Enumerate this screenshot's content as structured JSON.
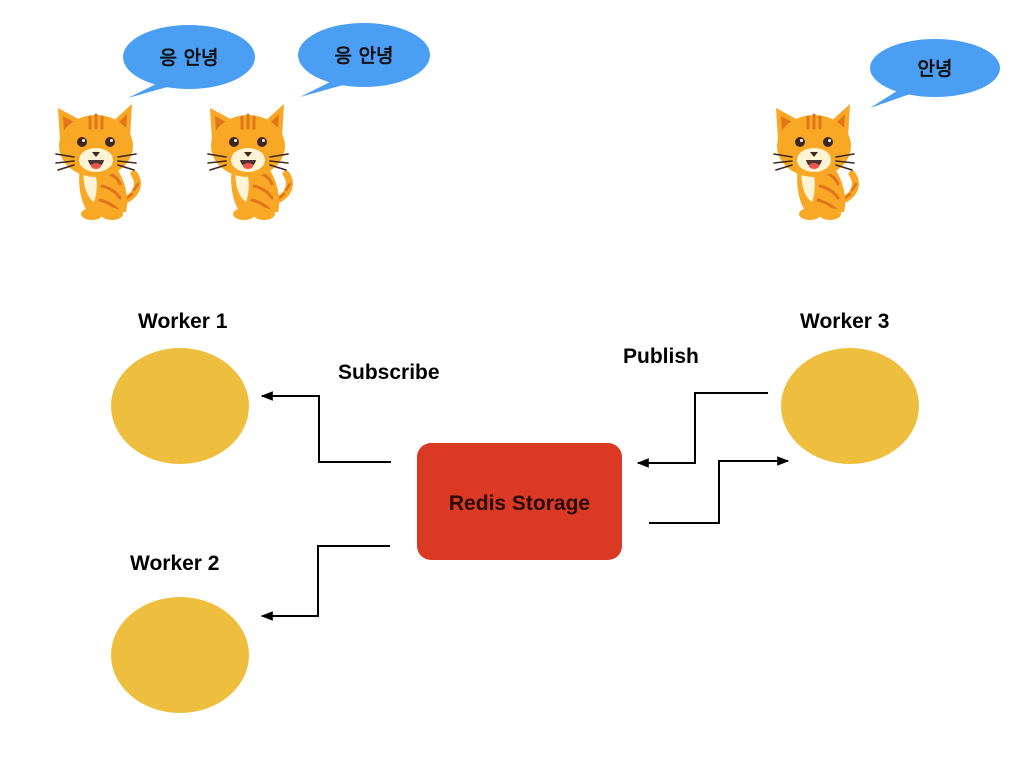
{
  "speech": {
    "worker1": "응 안녕",
    "worker2": "응 안녕",
    "worker3": "안녕"
  },
  "workers": {
    "worker1": "Worker 1",
    "worker2": "Worker 2",
    "worker3": "Worker 3"
  },
  "redis": {
    "label": "Redis Storage"
  },
  "labels": {
    "subscribe": "Subscribe",
    "publish": "Publish"
  },
  "colors": {
    "bubble": "#4A9EF3",
    "worker": "#EEBF3F",
    "redis": "#DA3A24",
    "cat_body": "#F9A825",
    "cat_stripe": "#E0751B"
  },
  "icons": [
    "cat-icon",
    "speech-bubble"
  ]
}
